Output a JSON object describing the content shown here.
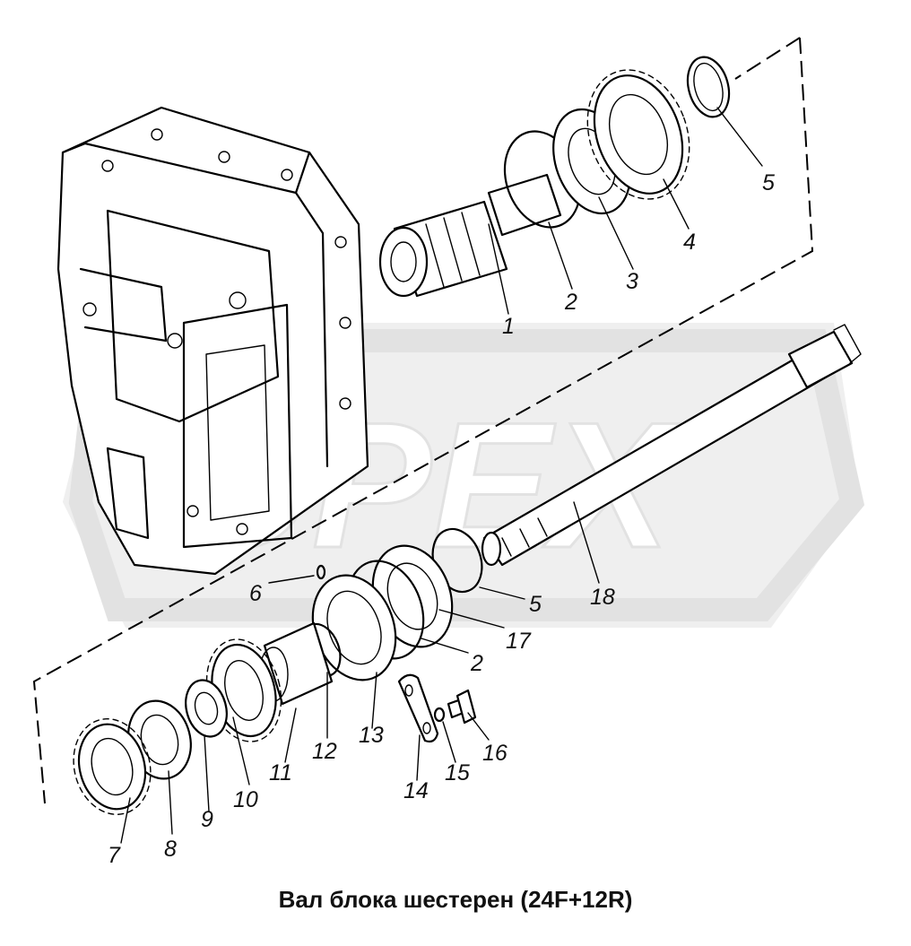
{
  "caption": "Вал блока шестерен (24F+12R)",
  "watermark": {
    "text": "OPEX",
    "color": "#e2e2e2"
  },
  "callouts": {
    "c1": "1",
    "c2a": "2",
    "c3": "3",
    "c4": "4",
    "c5a": "5",
    "c6": "6",
    "c5b": "5",
    "c18": "18",
    "c17": "17",
    "c2b": "2",
    "c13": "13",
    "c12": "12",
    "c11": "11",
    "c10": "10",
    "c9": "9",
    "c8": "8",
    "c7": "7",
    "c14": "14",
    "c15": "15",
    "c16": "16"
  }
}
